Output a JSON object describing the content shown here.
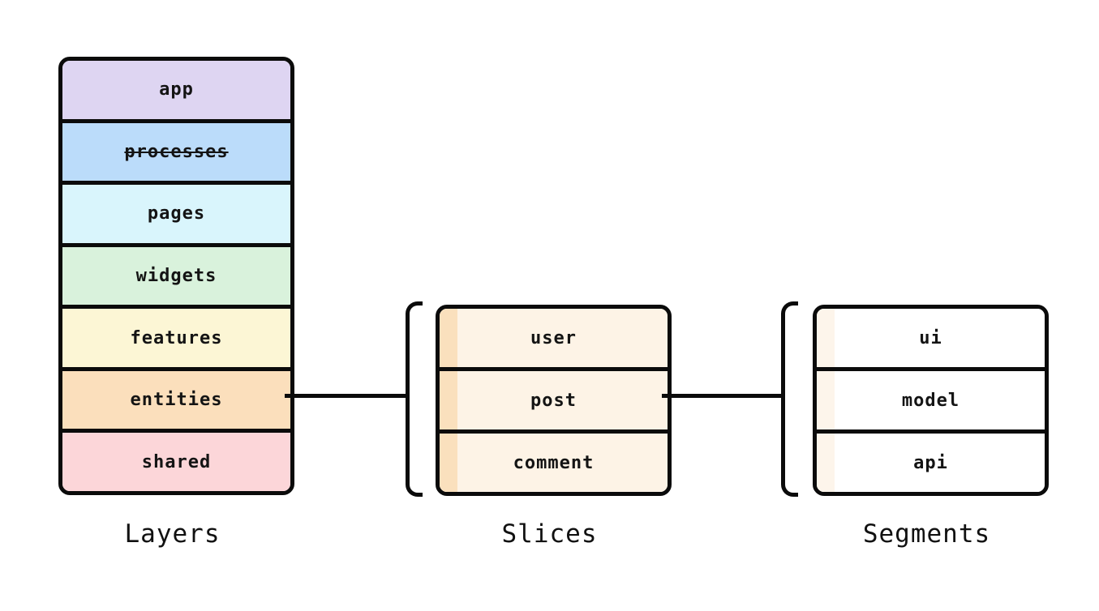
{
  "groups": {
    "layers": {
      "label": "Layers",
      "items": [
        {
          "label": "app"
        },
        {
          "label": "processes",
          "strikethrough": true
        },
        {
          "label": "pages"
        },
        {
          "label": "widgets"
        },
        {
          "label": "features"
        },
        {
          "label": "entities"
        },
        {
          "label": "shared"
        }
      ]
    },
    "slices": {
      "label": "Slices",
      "items": [
        {
          "label": "user"
        },
        {
          "label": "post"
        },
        {
          "label": "comment"
        }
      ]
    },
    "segments": {
      "label": "Segments",
      "items": [
        {
          "label": "ui"
        },
        {
          "label": "model"
        },
        {
          "label": "api"
        }
      ]
    }
  },
  "connections": [
    {
      "from": "layers.entities",
      "to": "slices-group"
    },
    {
      "from": "slices.post",
      "to": "segments-group"
    }
  ],
  "colors": {
    "stroke": "#0b0b0b",
    "layers": {
      "app": "#ded5f2",
      "processes": "#bbdcfa",
      "pages": "#d9f5fc",
      "widgets": "#d9f2dc",
      "features": "#fcf6d5",
      "entities": "#fbdfbc",
      "shared": "#fcd6d9"
    },
    "slices": {
      "stripe": "#fae0bd",
      "body": "#fdf3e6"
    },
    "segments": {
      "stripe": "#fdf5eb",
      "body": "#ffffff"
    }
  }
}
